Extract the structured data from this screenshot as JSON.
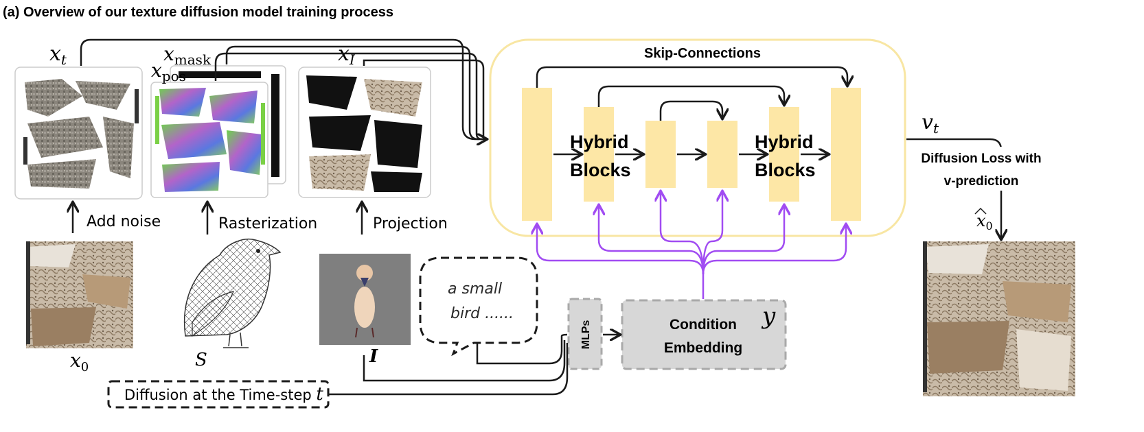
{
  "title": "(a) Overview of our texture diffusion model training process",
  "inputs": {
    "x_t": "x",
    "x_t_sub": "t",
    "x_mask": "x",
    "x_mask_sub": "mask",
    "x_pos": "x",
    "x_pos_sub": "pos",
    "x_I": "x",
    "x_I_sub": "I",
    "x_0": "x",
    "x_0_sub": "0",
    "S": "S",
    "I": "I"
  },
  "arrows": {
    "add_noise": "Add noise",
    "rasterization": "Rasterization",
    "projection": "Projection"
  },
  "unet": {
    "skip_label": "Skip-Connections",
    "hybrid_left": [
      "Hybrid",
      "Blocks"
    ],
    "hybrid_right": [
      "Hybrid",
      "Blocks"
    ]
  },
  "output": {
    "v_t": "v",
    "v_t_sub": "t",
    "loss_line1": "Diffusion Loss with",
    "loss_line2": "v-prediction",
    "x0_hat": "x",
    "x0_hat_sub": "0"
  },
  "conditions": {
    "speech": [
      "a small",
      "bird ......"
    ],
    "mlps": "MLPs",
    "embedding_line1": "Condition",
    "embedding_line2": "Embedding",
    "y": "y",
    "timestep_text": "Diffusion at the Time-step ",
    "timestep_var": "t"
  },
  "colors": {
    "block_fill": "#fde7a6",
    "unet_border": "#f8e6a3",
    "condition_arrow": "#a14cf2",
    "gray_box": "#d7d7d7",
    "gray_border": "#a9a9a9",
    "image_bg": "#7f7f7f"
  }
}
